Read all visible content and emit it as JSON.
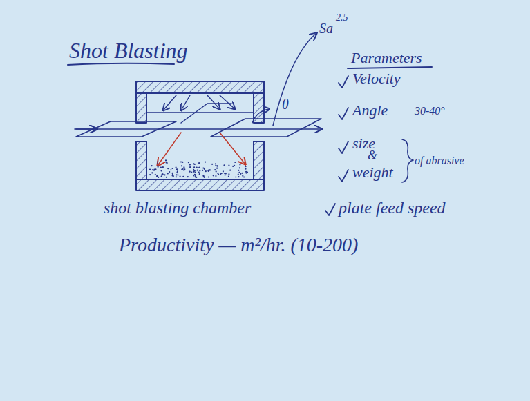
{
  "diagram": {
    "title": "Shot Blasting",
    "labels": [
      "Sa",
      "2.5",
      "Parameters",
      "Velocity",
      "Angle",
      "30-40°",
      "size",
      "&",
      "weight",
      "of abrasive",
      "θ",
      "shot blasting chamber",
      "plate feed speed",
      "Productivity — m²/hr. (10-200)"
    ]
  }
}
